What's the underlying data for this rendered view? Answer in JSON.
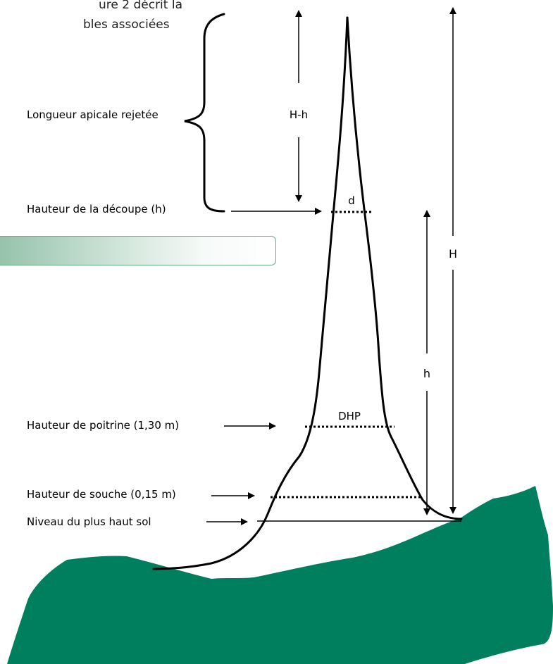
{
  "partial_text": {
    "line1": "ure 2 décrit la",
    "line2": "bles associées"
  },
  "labels": {
    "apical": "Longueur apicale rejetée",
    "cut_height": "Hauteur de la découpe (h)",
    "breast_height": "Hauteur de poitrine (1,30 m)",
    "stump_height": "Hauteur de souche (0,15 m)",
    "ground_level": "Niveau du plus haut sol"
  },
  "measures": {
    "H_minus_h": "H-h",
    "H": "H",
    "h": "h",
    "d": "d",
    "DHP": "DHP"
  },
  "colors": {
    "ground": "#007f5f",
    "banner_border": "#6aa88a",
    "ink": "#000000"
  }
}
